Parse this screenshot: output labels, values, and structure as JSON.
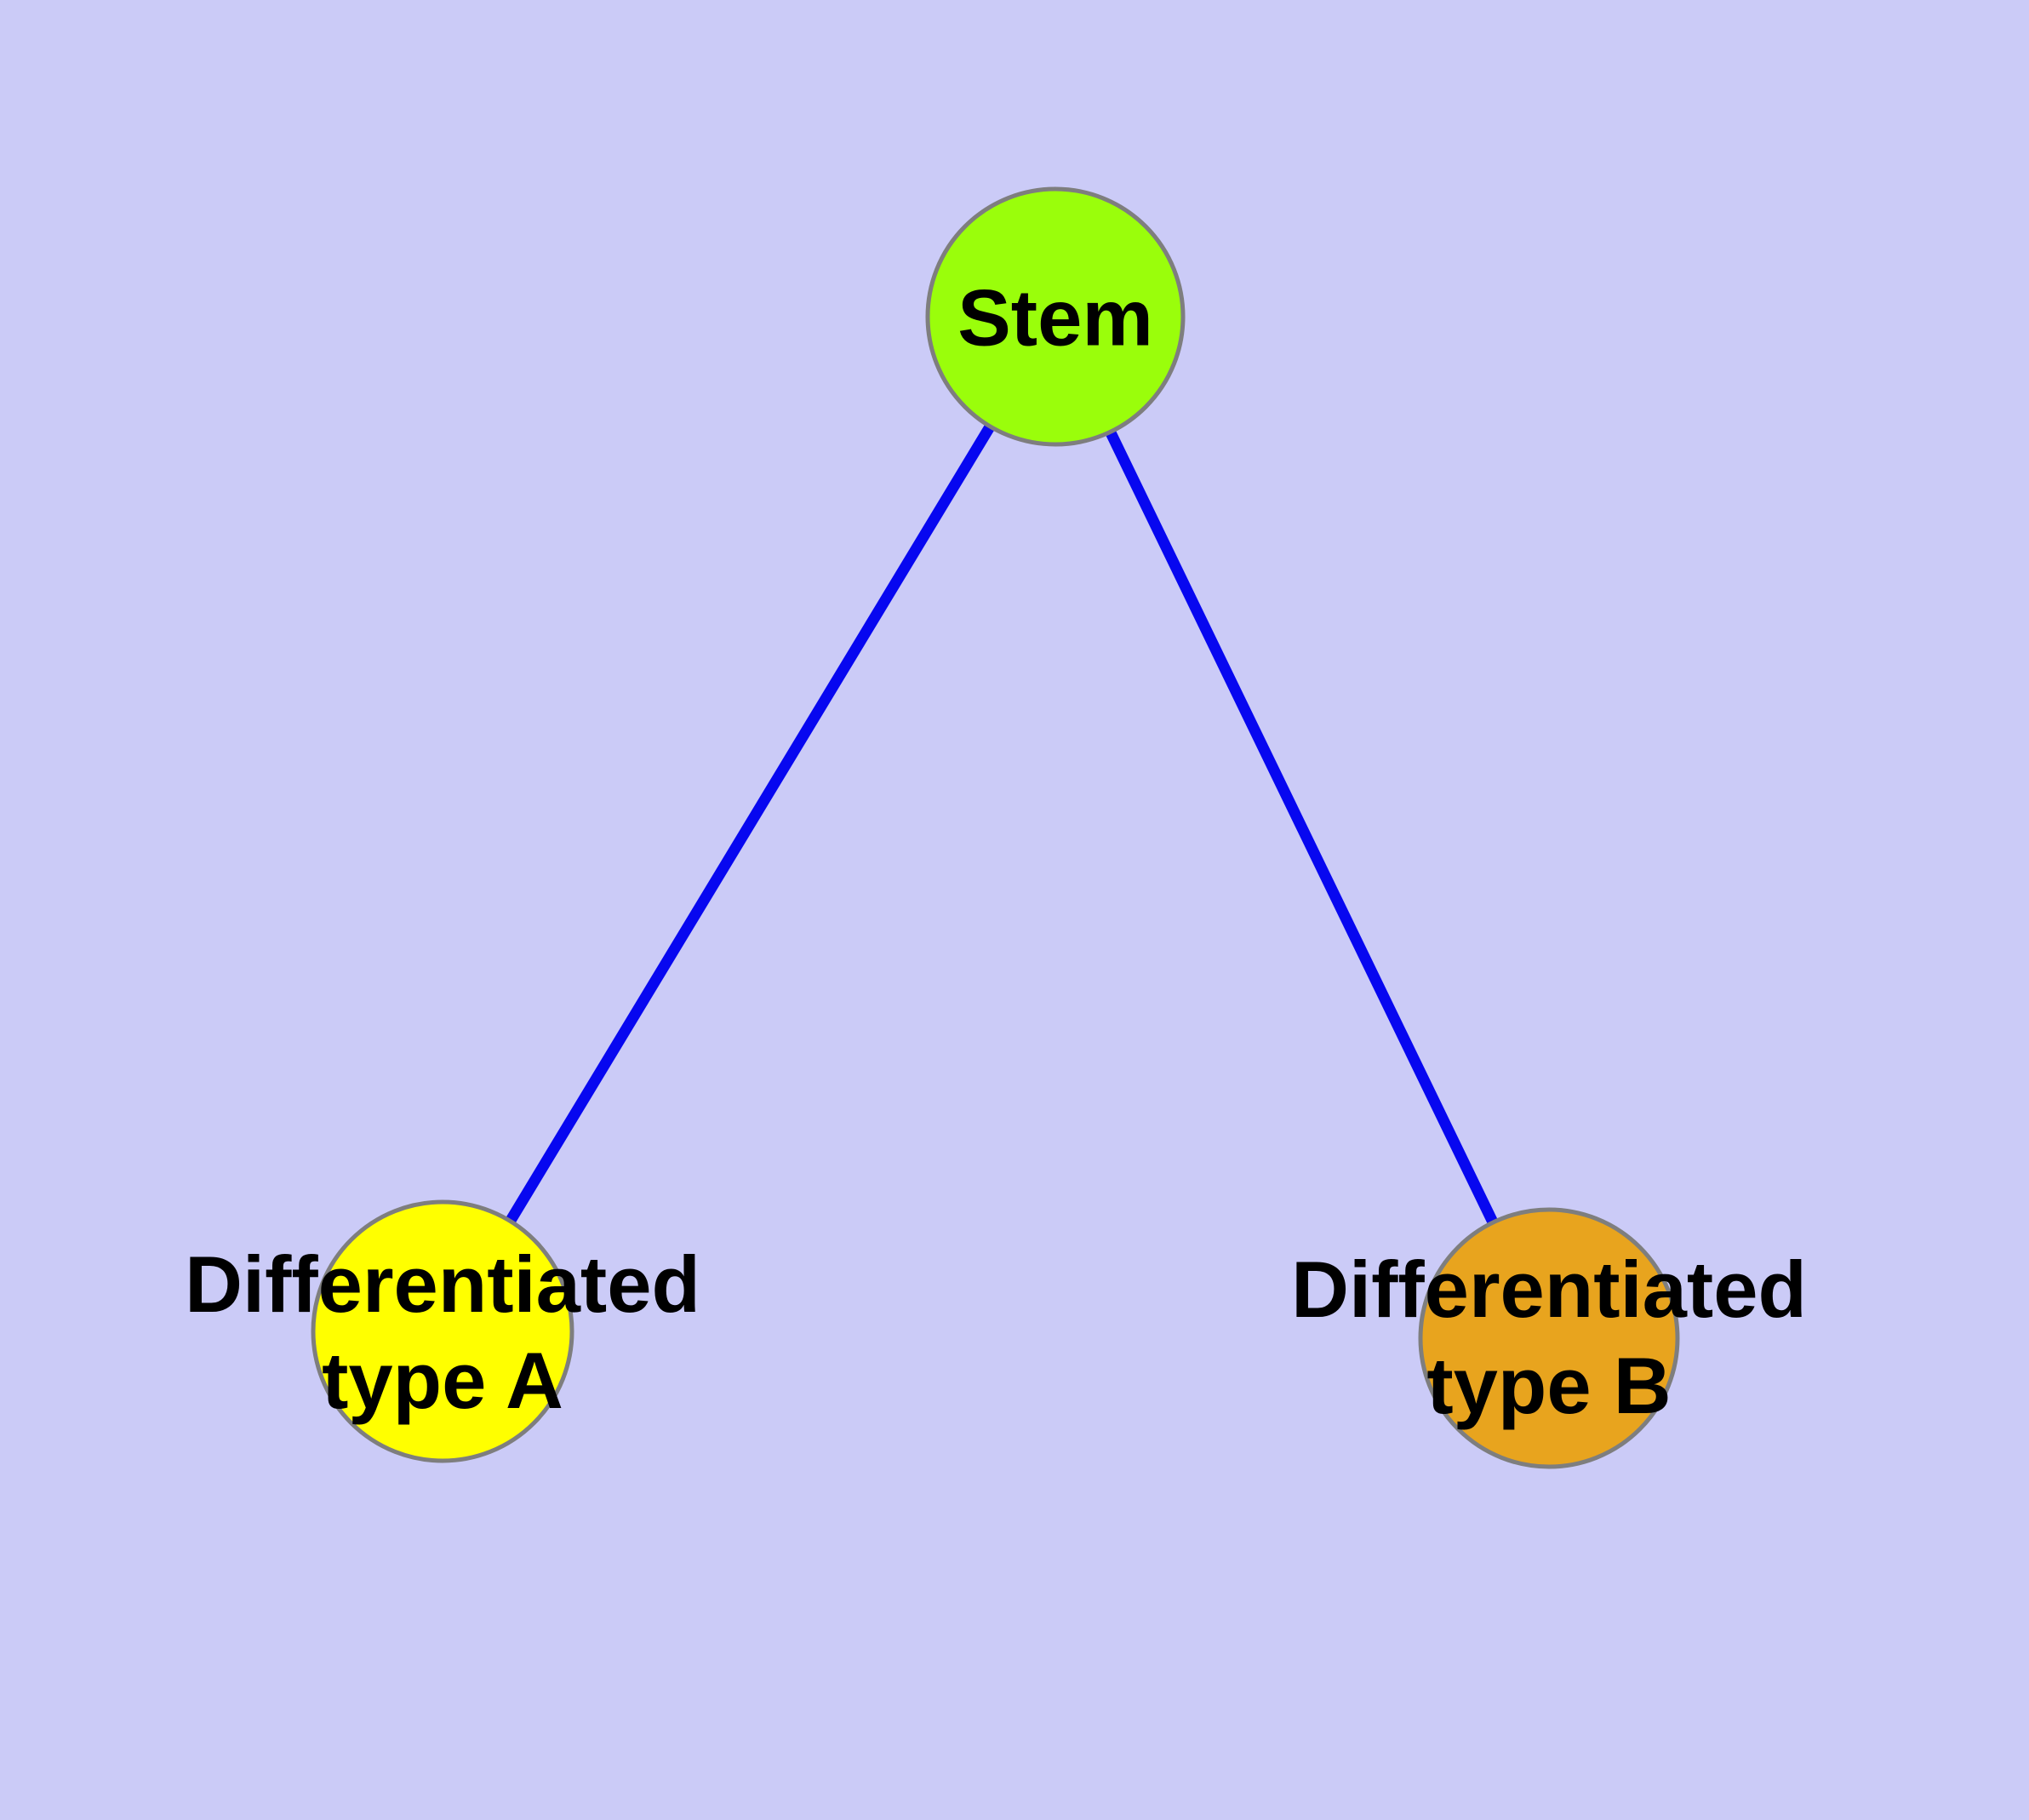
{
  "diagram": {
    "background_color": "#CBCBF7",
    "node_border_color": "#7E7E7E",
    "edge_color": "#0707F0",
    "label_color": "#000000",
    "nodes": {
      "stem": {
        "label": "Stem",
        "fill": "#9AFE0B"
      },
      "type_a": {
        "label": "Differentiated\ntype A",
        "fill": "#FFFF00"
      },
      "type_b": {
        "label": "Differentiated\ntype B",
        "fill": "#E8A41E"
      }
    },
    "edges": [
      {
        "from": "stem",
        "to": "type_a"
      },
      {
        "from": "stem",
        "to": "type_b"
      }
    ]
  }
}
